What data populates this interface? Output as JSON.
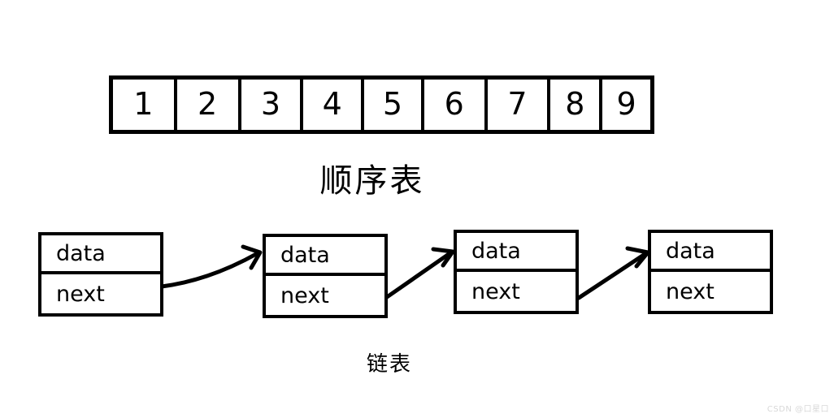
{
  "diagram": {
    "title_sequential": "顺序表",
    "title_linked": "链表",
    "array": {
      "cells": [
        {
          "value": "1"
        },
        {
          "value": "2"
        },
        {
          "value": "3"
        },
        {
          "value": "4"
        },
        {
          "value": "5"
        },
        {
          "value": "6"
        },
        {
          "value": "7"
        },
        {
          "value": "8"
        },
        {
          "value": "9"
        }
      ]
    },
    "linked_list": {
      "nodes": [
        {
          "data_label": "data",
          "next_label": "next"
        },
        {
          "data_label": "data",
          "next_label": "next"
        },
        {
          "data_label": "data",
          "next_label": "next"
        },
        {
          "data_label": "data",
          "next_label": "next"
        }
      ],
      "arrow_count": 3
    },
    "colors": {
      "stroke": "#000000",
      "background": "#ffffff",
      "watermark": "#d8d8d8"
    }
  },
  "watermark": {
    "text": "CSDN @口星口"
  }
}
